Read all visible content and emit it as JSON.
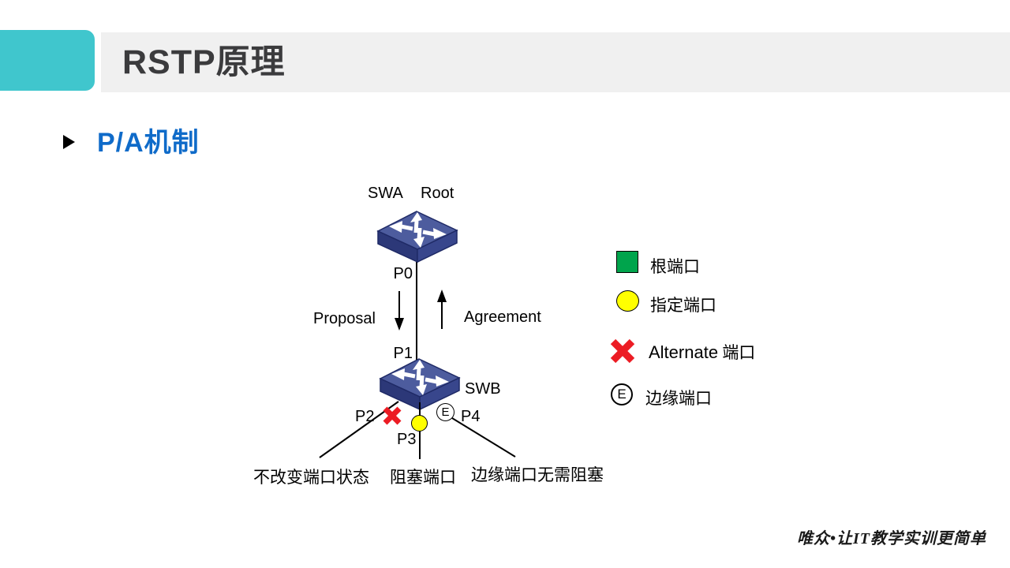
{
  "slide": {
    "title": "RSTP原理",
    "heading": "P/A机制",
    "watermark": "唯众•让IT教学实训更简单"
  },
  "diagram": {
    "swa_name": "SWA",
    "swa_role": "Root",
    "swb_name": "SWB",
    "port_p0": "P0",
    "port_p1": "P1",
    "port_p2": "P2",
    "port_p3": "P3",
    "port_p4": "P4",
    "edge_port_mark": "E",
    "proposal_label": "Proposal",
    "agreement_label": "Agreement",
    "note_alternate": "不改变端口状态",
    "note_blocking": "阻塞端口",
    "note_edge": "边缘端口无需阻塞"
  },
  "legend": {
    "items": [
      {
        "icon": "root-port-square",
        "color": "#00A44C",
        "label": "根端口"
      },
      {
        "icon": "designated-port-circle",
        "color": "#FFFF00",
        "label": "指定端口"
      },
      {
        "icon": "alternate-port-x",
        "color": "#EC1C24",
        "label_en": "Alternate",
        "label_zh": "端口"
      },
      {
        "icon": "edge-port-circle-e",
        "mark": "E",
        "label": "边缘端口"
      }
    ]
  },
  "colors": {
    "accent_teal": "#40C6CD",
    "title_bar_bg": "#F0F0F0",
    "title_text": "#3B3B3D",
    "heading_blue": "#0F6BC9",
    "switch_top": "#4D5C9E",
    "switch_side_left": "#2C3878",
    "switch_side_right": "#38468C",
    "root_port_green": "#00A44C",
    "designated_port_yellow": "#FFFF00",
    "alternate_port_red": "#EC1C24"
  }
}
